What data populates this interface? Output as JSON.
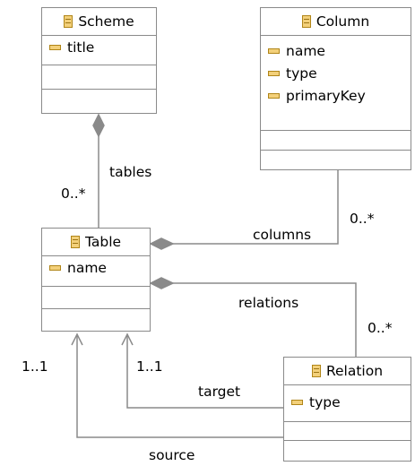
{
  "classes": {
    "scheme": {
      "name": "Scheme",
      "icon": "class-icon",
      "attributes": [
        "title"
      ]
    },
    "column": {
      "name": "Column",
      "icon": "class-icon",
      "attributes": [
        "name",
        "type",
        "primaryKey"
      ]
    },
    "table": {
      "name": "Table",
      "icon": "class-icon",
      "attributes": [
        "name"
      ]
    },
    "relation": {
      "name": "Relation",
      "icon": "class-icon",
      "attributes": [
        "type"
      ]
    }
  },
  "associations": {
    "tables": {
      "label": "tables",
      "multiplicity": "0..*",
      "kind": "composition"
    },
    "columns": {
      "label": "columns",
      "multiplicity": "0..*",
      "kind": "composition"
    },
    "relations": {
      "label": "relations",
      "multiplicity": "0..*",
      "kind": "composition"
    },
    "target": {
      "label": "target",
      "multiplicity": "1..1",
      "kind": "reference"
    },
    "source": {
      "label": "source",
      "multiplicity": "1..1",
      "kind": "reference"
    }
  },
  "colors": {
    "line": "#8a8a8a",
    "border": "#8a8a8a",
    "icon_fill": "#f3d07a",
    "icon_stroke": "#b08518"
  }
}
